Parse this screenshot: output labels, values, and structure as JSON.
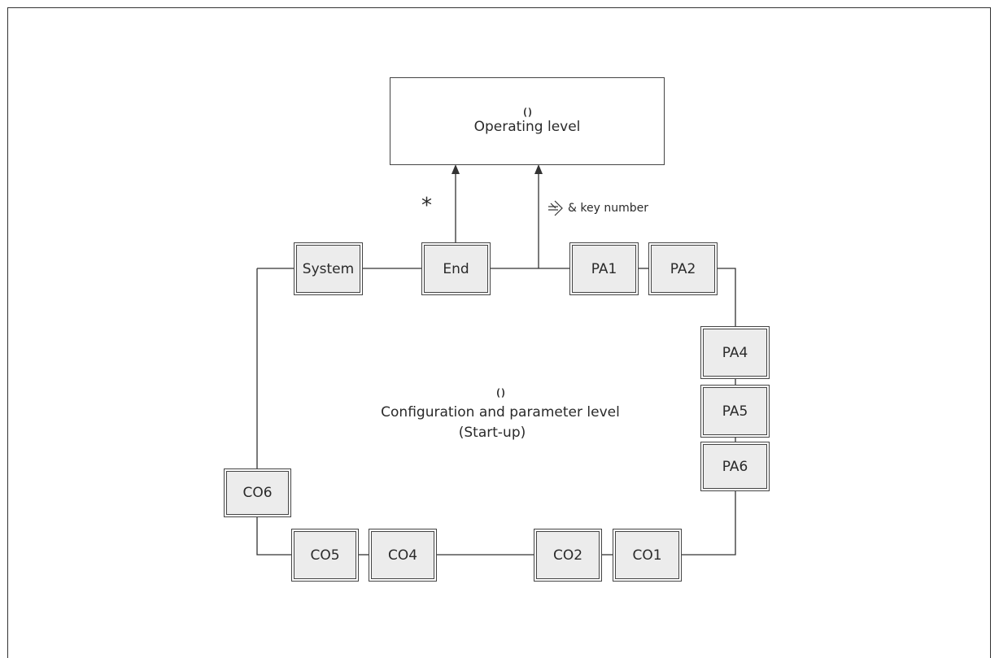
{
  "operating_level": {
    "icon": "rotary-knob-icon",
    "label": "Operating level"
  },
  "config_level": {
    "icon": "rotary-knob-icon",
    "label": "Configuration and parameter level",
    "sublabel": "(Start-up)"
  },
  "edge_labels": {
    "star": "*",
    "key_icon": "rotate-push-arrow-icon",
    "key_text": "& key number"
  },
  "nodes": {
    "system": "System",
    "end": "End",
    "pa1": "PA1",
    "pa2": "PA2",
    "pa4": "PA4",
    "pa5": "PA5",
    "pa6": "PA6",
    "co1": "CO1",
    "co2": "CO2",
    "co4": "CO4",
    "co5": "CO5",
    "co6": "CO6"
  }
}
